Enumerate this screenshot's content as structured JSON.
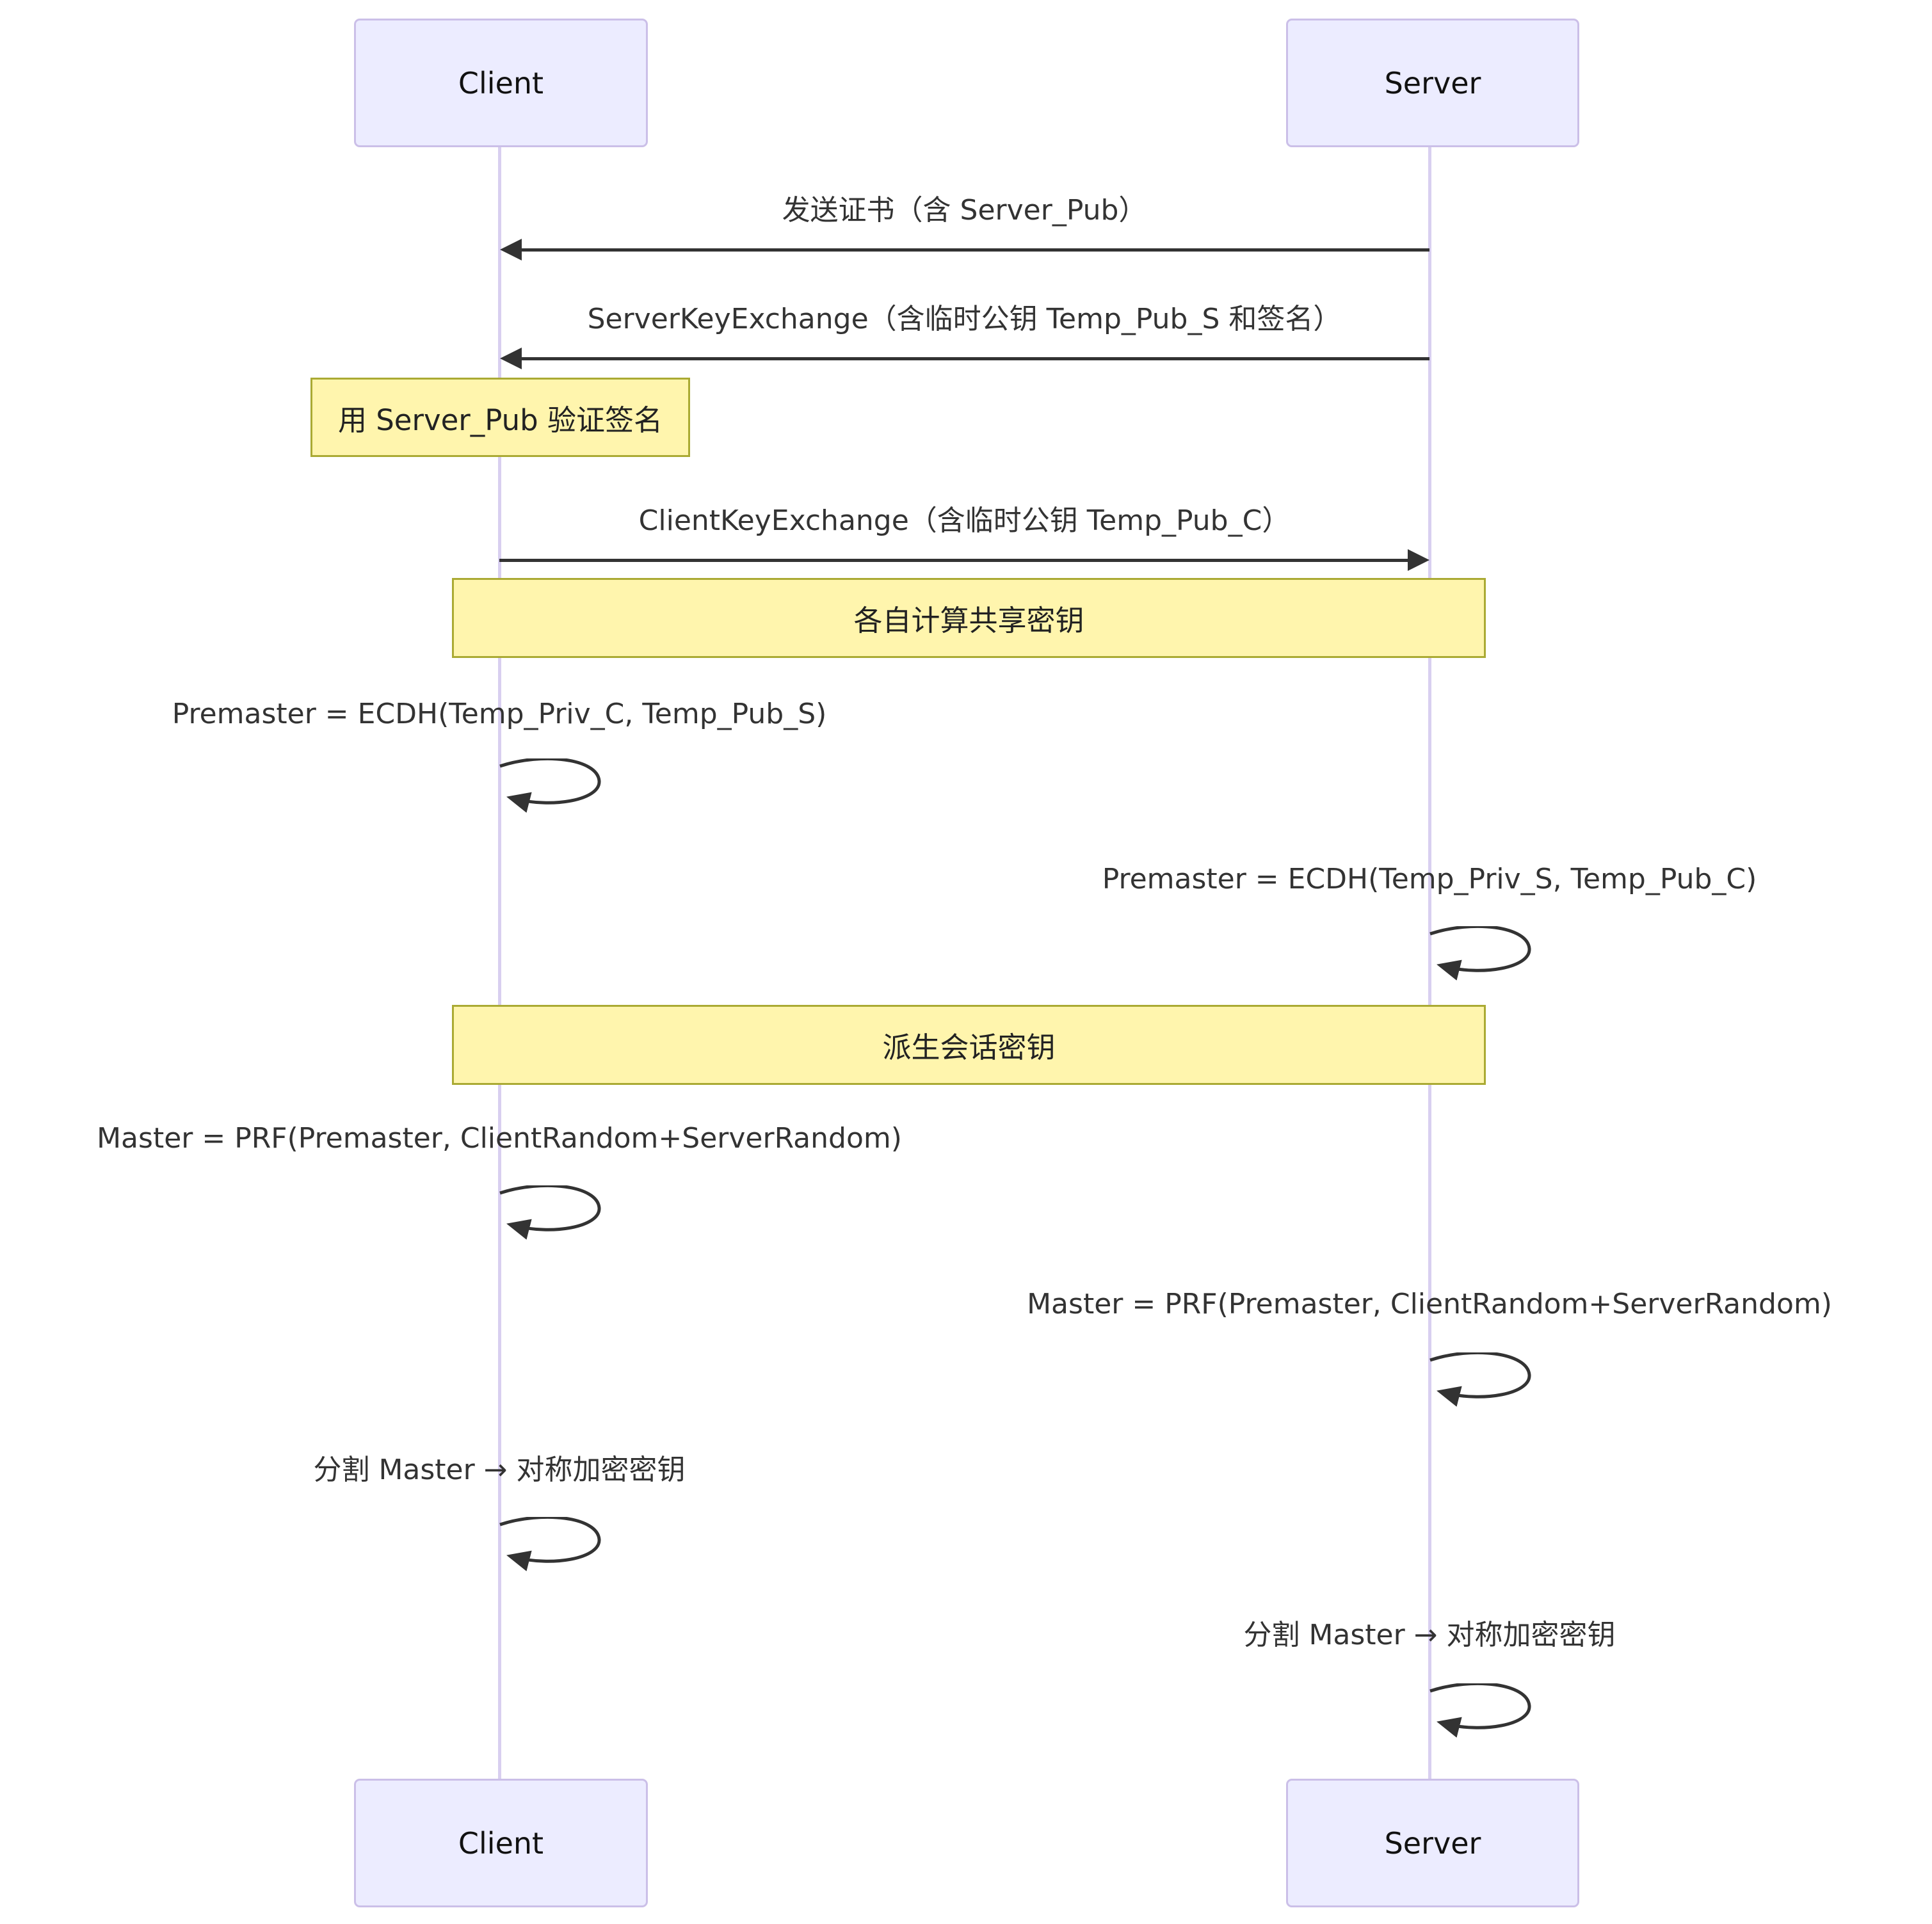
{
  "diagram": {
    "title": "TLS key exchange sequence diagram",
    "actors": {
      "client": "Client",
      "server": "Server"
    },
    "messages": [
      {
        "text": "发送证书（含 Server_Pub）",
        "from": "server",
        "to": "client"
      },
      {
        "text": "ServerKeyExchange（含临时公钥 Temp_Pub_S 和签名）",
        "from": "server",
        "to": "client"
      },
      {
        "text": "ClientKeyExchange（含临时公钥 Temp_Pub_C）",
        "from": "client",
        "to": "server"
      }
    ],
    "notes": [
      {
        "text": "用 Server_Pub 验证签名",
        "over": "client"
      },
      {
        "text": "各自计算共享密钥",
        "over": "client,server"
      },
      {
        "text": "派生会话密钥",
        "over": "client,server"
      }
    ],
    "self_messages": [
      {
        "actor": "client",
        "text": "Premaster = ECDH(Temp_Priv_C, Temp_Pub_S)"
      },
      {
        "actor": "server",
        "text": "Premaster = ECDH(Temp_Priv_S, Temp_Pub_C)"
      },
      {
        "actor": "client",
        "text": "Master = PRF(Premaster, ClientRandom+ServerRandom)"
      },
      {
        "actor": "server",
        "text": "Master = PRF(Premaster, ClientRandom+ServerRandom)"
      },
      {
        "actor": "client",
        "text": "分割 Master → 对称加密密钥"
      },
      {
        "actor": "server",
        "text": "分割 Master → 对称加密密钥"
      }
    ],
    "colors": {
      "actor_fill": "#ECECFF",
      "actor_border": "#CBBFE8",
      "lifeline": "#D8CFF0",
      "note_fill": "#FFF5AD",
      "note_border": "#AAAA33",
      "line": "#333333",
      "text": "#333333"
    }
  }
}
